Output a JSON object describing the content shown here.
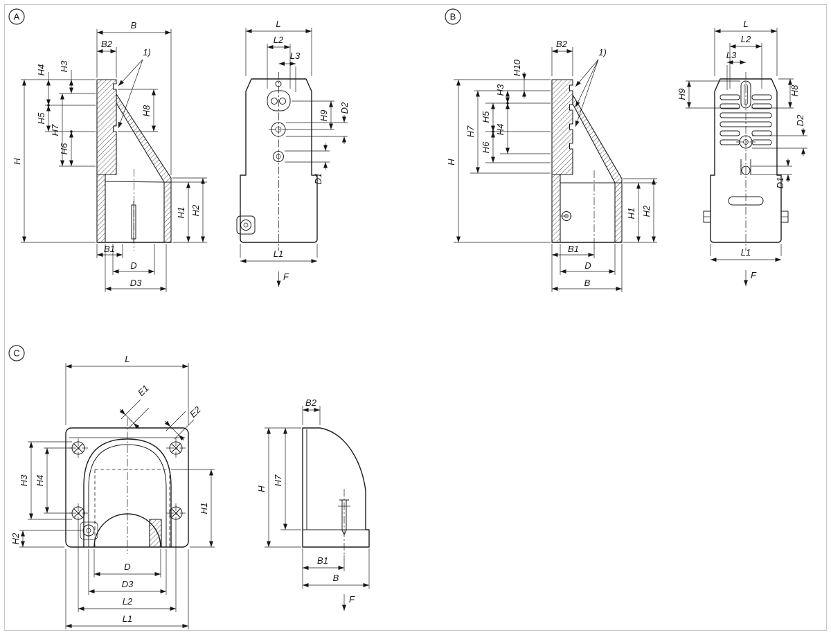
{
  "style": {
    "background": "#ffffff",
    "line_color": "#1c1c1c",
    "frame_color": "#c6c9cc"
  },
  "views": {
    "A": {
      "badge": "A",
      "side": {
        "B": "B",
        "B2": "B2",
        "note": "1)",
        "H": "H",
        "H3": "H3",
        "H4": "H4",
        "H5": "H5",
        "H6": "H6",
        "H7": "H7",
        "H8": "H8",
        "H1": "H1",
        "H2": "H2",
        "B1": "B1",
        "D": "D",
        "D3": "D3"
      },
      "front": {
        "L": "L",
        "L2": "L2",
        "L3": "L3",
        "H9": "H9",
        "D2": "D2",
        "D1": "D1",
        "L1": "L1",
        "F": "F"
      }
    },
    "B": {
      "badge": "B",
      "side": {
        "B": "B",
        "B2": "B2",
        "note": "1)",
        "H": "H",
        "H3": "H3",
        "H4": "H4",
        "H5": "H5",
        "H6": "H6",
        "H7": "H7",
        "H10": "H10",
        "H1": "H1",
        "H2": "H2",
        "B1": "B1",
        "D": "D"
      },
      "front": {
        "L": "L",
        "L2": "L2",
        "L3": "L3",
        "H8": "H8",
        "H9": "H9",
        "D2": "D2",
        "D1": "D1",
        "L1": "L1",
        "F": "F"
      }
    },
    "C": {
      "badge": "C",
      "plan": {
        "L": "L",
        "E1": "E1",
        "E2": "E2",
        "H3": "H3",
        "H4": "H4",
        "H2": "H2",
        "H1": "H1",
        "D": "D",
        "D3": "D3",
        "L2": "L2",
        "L1": "L1"
      },
      "side": {
        "B2": "B2",
        "H": "H",
        "H7": "H7",
        "B1": "B1",
        "B": "B",
        "F": "F"
      }
    }
  }
}
